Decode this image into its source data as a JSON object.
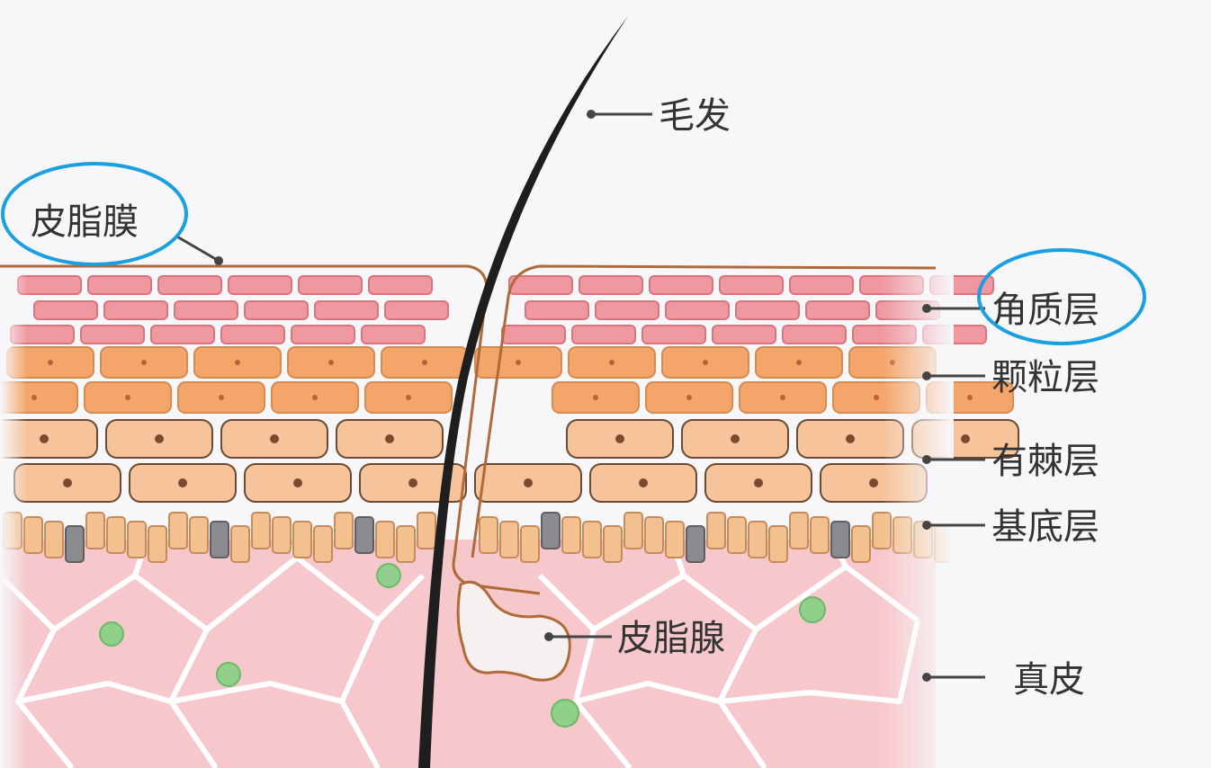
{
  "labels": {
    "hair": "毛发",
    "sebum_film": "皮脂膜",
    "stratum_corneum": "角质层",
    "stratum_granulosum": "颗粒层",
    "stratum_spinosum": "有棘层",
    "stratum_basale": "基底层",
    "sebaceous_gland": "皮脂腺",
    "dermis": "真皮"
  },
  "highlighted": [
    "sebum_film",
    "stratum_corneum"
  ],
  "colors": {
    "background": "#f7f7f9",
    "sebum_line": "#b06a3a",
    "corneum_cell": "#ef98a0",
    "granular_cell": "#f3a56a",
    "spinous_cell": "#f6c39a",
    "basal_cell": "#f3c08f",
    "basal_dark_cell": "#8a8a8f",
    "dermis": "#f6c8cc",
    "dermis_lines": "#ffffff",
    "vessel_dot": "#8fd08a",
    "hair": "#1e1e1e",
    "highlight_ellipse": "#1aa0e0",
    "leader_line": "#444444"
  }
}
